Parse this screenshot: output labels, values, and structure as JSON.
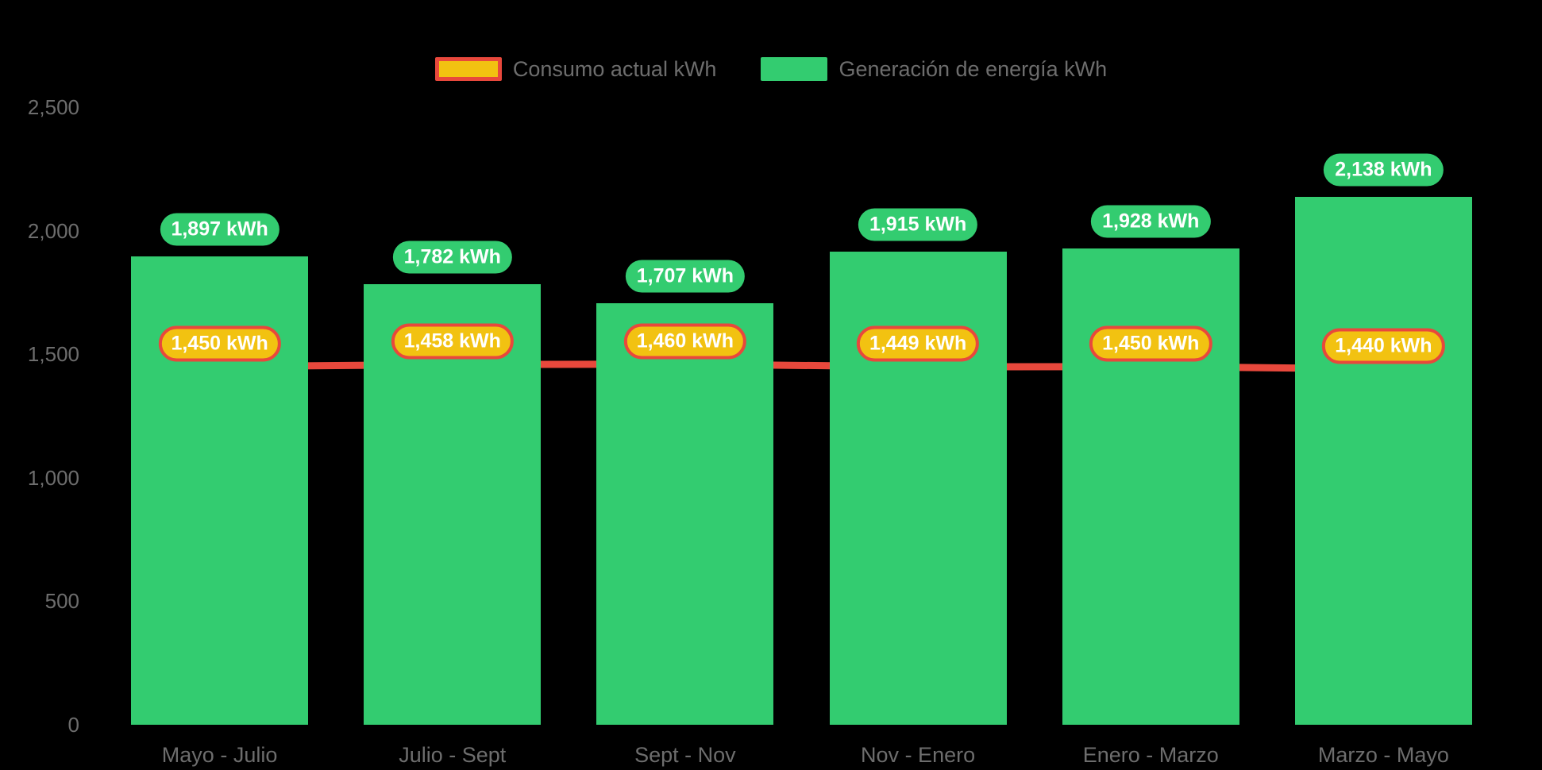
{
  "legend": {
    "items": [
      {
        "label": "Consumo actual kWh",
        "swatch": "consumo-swatch",
        "color": "#f2c211",
        "border_color": "#e8483c"
      },
      {
        "label": "Generación de energía kWh",
        "swatch": "generacion-swatch",
        "color": "#33cc70"
      }
    ]
  },
  "chart_data": {
    "type": "bar",
    "title": "",
    "xlabel": "",
    "ylabel": "",
    "ylim": [
      0,
      2500
    ],
    "grid": false,
    "legend_position": "top-center",
    "categories": [
      "Mayo - Julio",
      "Julio - Sept",
      "Sept - Nov",
      "Nov - Enero",
      "Enero - Marzo",
      "Marzo - Mayo"
    ],
    "y_ticks": [
      0,
      500,
      1000,
      1500,
      2000,
      2500
    ],
    "y_tick_labels": [
      "0",
      "500",
      "1,000",
      "1,500",
      "2,000",
      "2,500"
    ],
    "series": [
      {
        "name": "Generación de energía kWh",
        "type": "bar",
        "color": "#33cc70",
        "values": [
          1897,
          1782,
          1707,
          1915,
          1928,
          2138
        ],
        "data_labels": [
          "1,897 kWh",
          "1,782 kWh",
          "1,707 kWh",
          "1,915 kWh",
          "1,928 kWh",
          "2,138 kWh"
        ]
      },
      {
        "name": "Consumo actual kWh",
        "type": "line",
        "color": "#e8483c",
        "marker_color": "#f2c211",
        "values": [
          1450,
          1458,
          1460,
          1449,
          1450,
          1440
        ],
        "data_labels": [
          "1,450 kWh",
          "1,458 kWh",
          "1,460 kWh",
          "1,449 kWh",
          "1,450 kWh",
          "1,440 kWh"
        ]
      }
    ]
  },
  "colors": {
    "background": "#000000",
    "axis_text": "#6d6d6d",
    "bar_green": "#33cc70",
    "line_red": "#e8483c",
    "marker_gold": "#f2c211"
  }
}
